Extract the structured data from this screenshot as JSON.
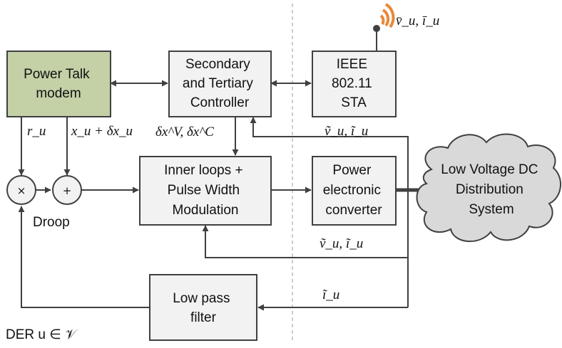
{
  "blocks": {
    "power_talk": [
      "Power Talk",
      "modem"
    ],
    "controller": [
      "Secondary",
      "and Tertiary",
      "Controller"
    ],
    "ieee": [
      "IEEE",
      "802.11",
      "STA"
    ],
    "inner_loops": [
      "Inner loops +",
      "Pulse Width",
      "Modulation"
    ],
    "converter": [
      "Power",
      "electronic",
      "converter"
    ],
    "cloud": [
      "Low Voltage DC",
      "Distribution",
      "System"
    ],
    "low_pass": [
      "Low pass",
      "filter"
    ]
  },
  "junctions": {
    "multiply": "×",
    "add": "+"
  },
  "labels": {
    "droop": "Droop",
    "der": "DER u ∈ 𝒱",
    "r_u": "r_u",
    "x_u": "x_u + δx_u",
    "delta_x": "δx^V, δx^C",
    "vi_ieee": "ṽ_u, ĩ_u",
    "vi_antenna": "v̄_u, ī_u",
    "vi_inner": "ṽ_u, ĩ_u",
    "i_filter": "ĩ_u"
  },
  "colors": {
    "power_talk_fill": "#c4d0a6",
    "block_fill": "#f2f2f2",
    "cloud_fill": "#d9d9d9",
    "antenna": "#e8883a",
    "line": "#404040"
  },
  "icons": {
    "antenna": "wifi-antenna-icon"
  }
}
